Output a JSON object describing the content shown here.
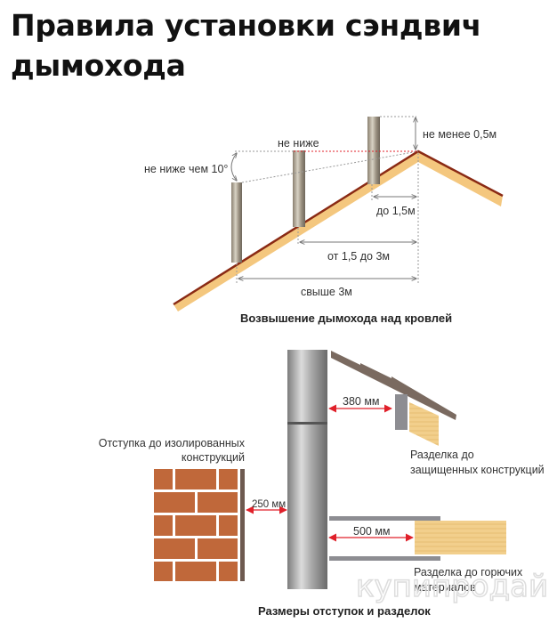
{
  "title_line1": "Правила установки сэндвич",
  "title_line2": "дымохода",
  "roof_diagram": {
    "label_angle": "не ниже чем 10°",
    "label_not_lower": "не ниже",
    "label_min_height": "не менее 0,5м",
    "label_up_to": "до 1,5м",
    "label_between": "от 1,5 до 3м",
    "label_over": "свыше 3м",
    "caption": "Возвышение дымохода над кровлей"
  },
  "clearance_diagram": {
    "insulated_label_1": "Отступка до изолированных",
    "insulated_label_2": "конструкций",
    "insulated_distance": "250 мм",
    "protected_distance": "380 мм",
    "protected_label_1": "Разделка до",
    "protected_label_2": "защищенных конструкций",
    "combustible_distance": "500 мм",
    "combustible_label_1": "Разделка до горючих",
    "combustible_label_2": "материалов",
    "caption": "Размеры отступок и разделок"
  },
  "watermark": "купипродай",
  "colors": {
    "arrow": "#e0202a",
    "brick": "#c0683a",
    "wood": "#f2cf8c",
    "roof_edge": "#8a2a14"
  }
}
